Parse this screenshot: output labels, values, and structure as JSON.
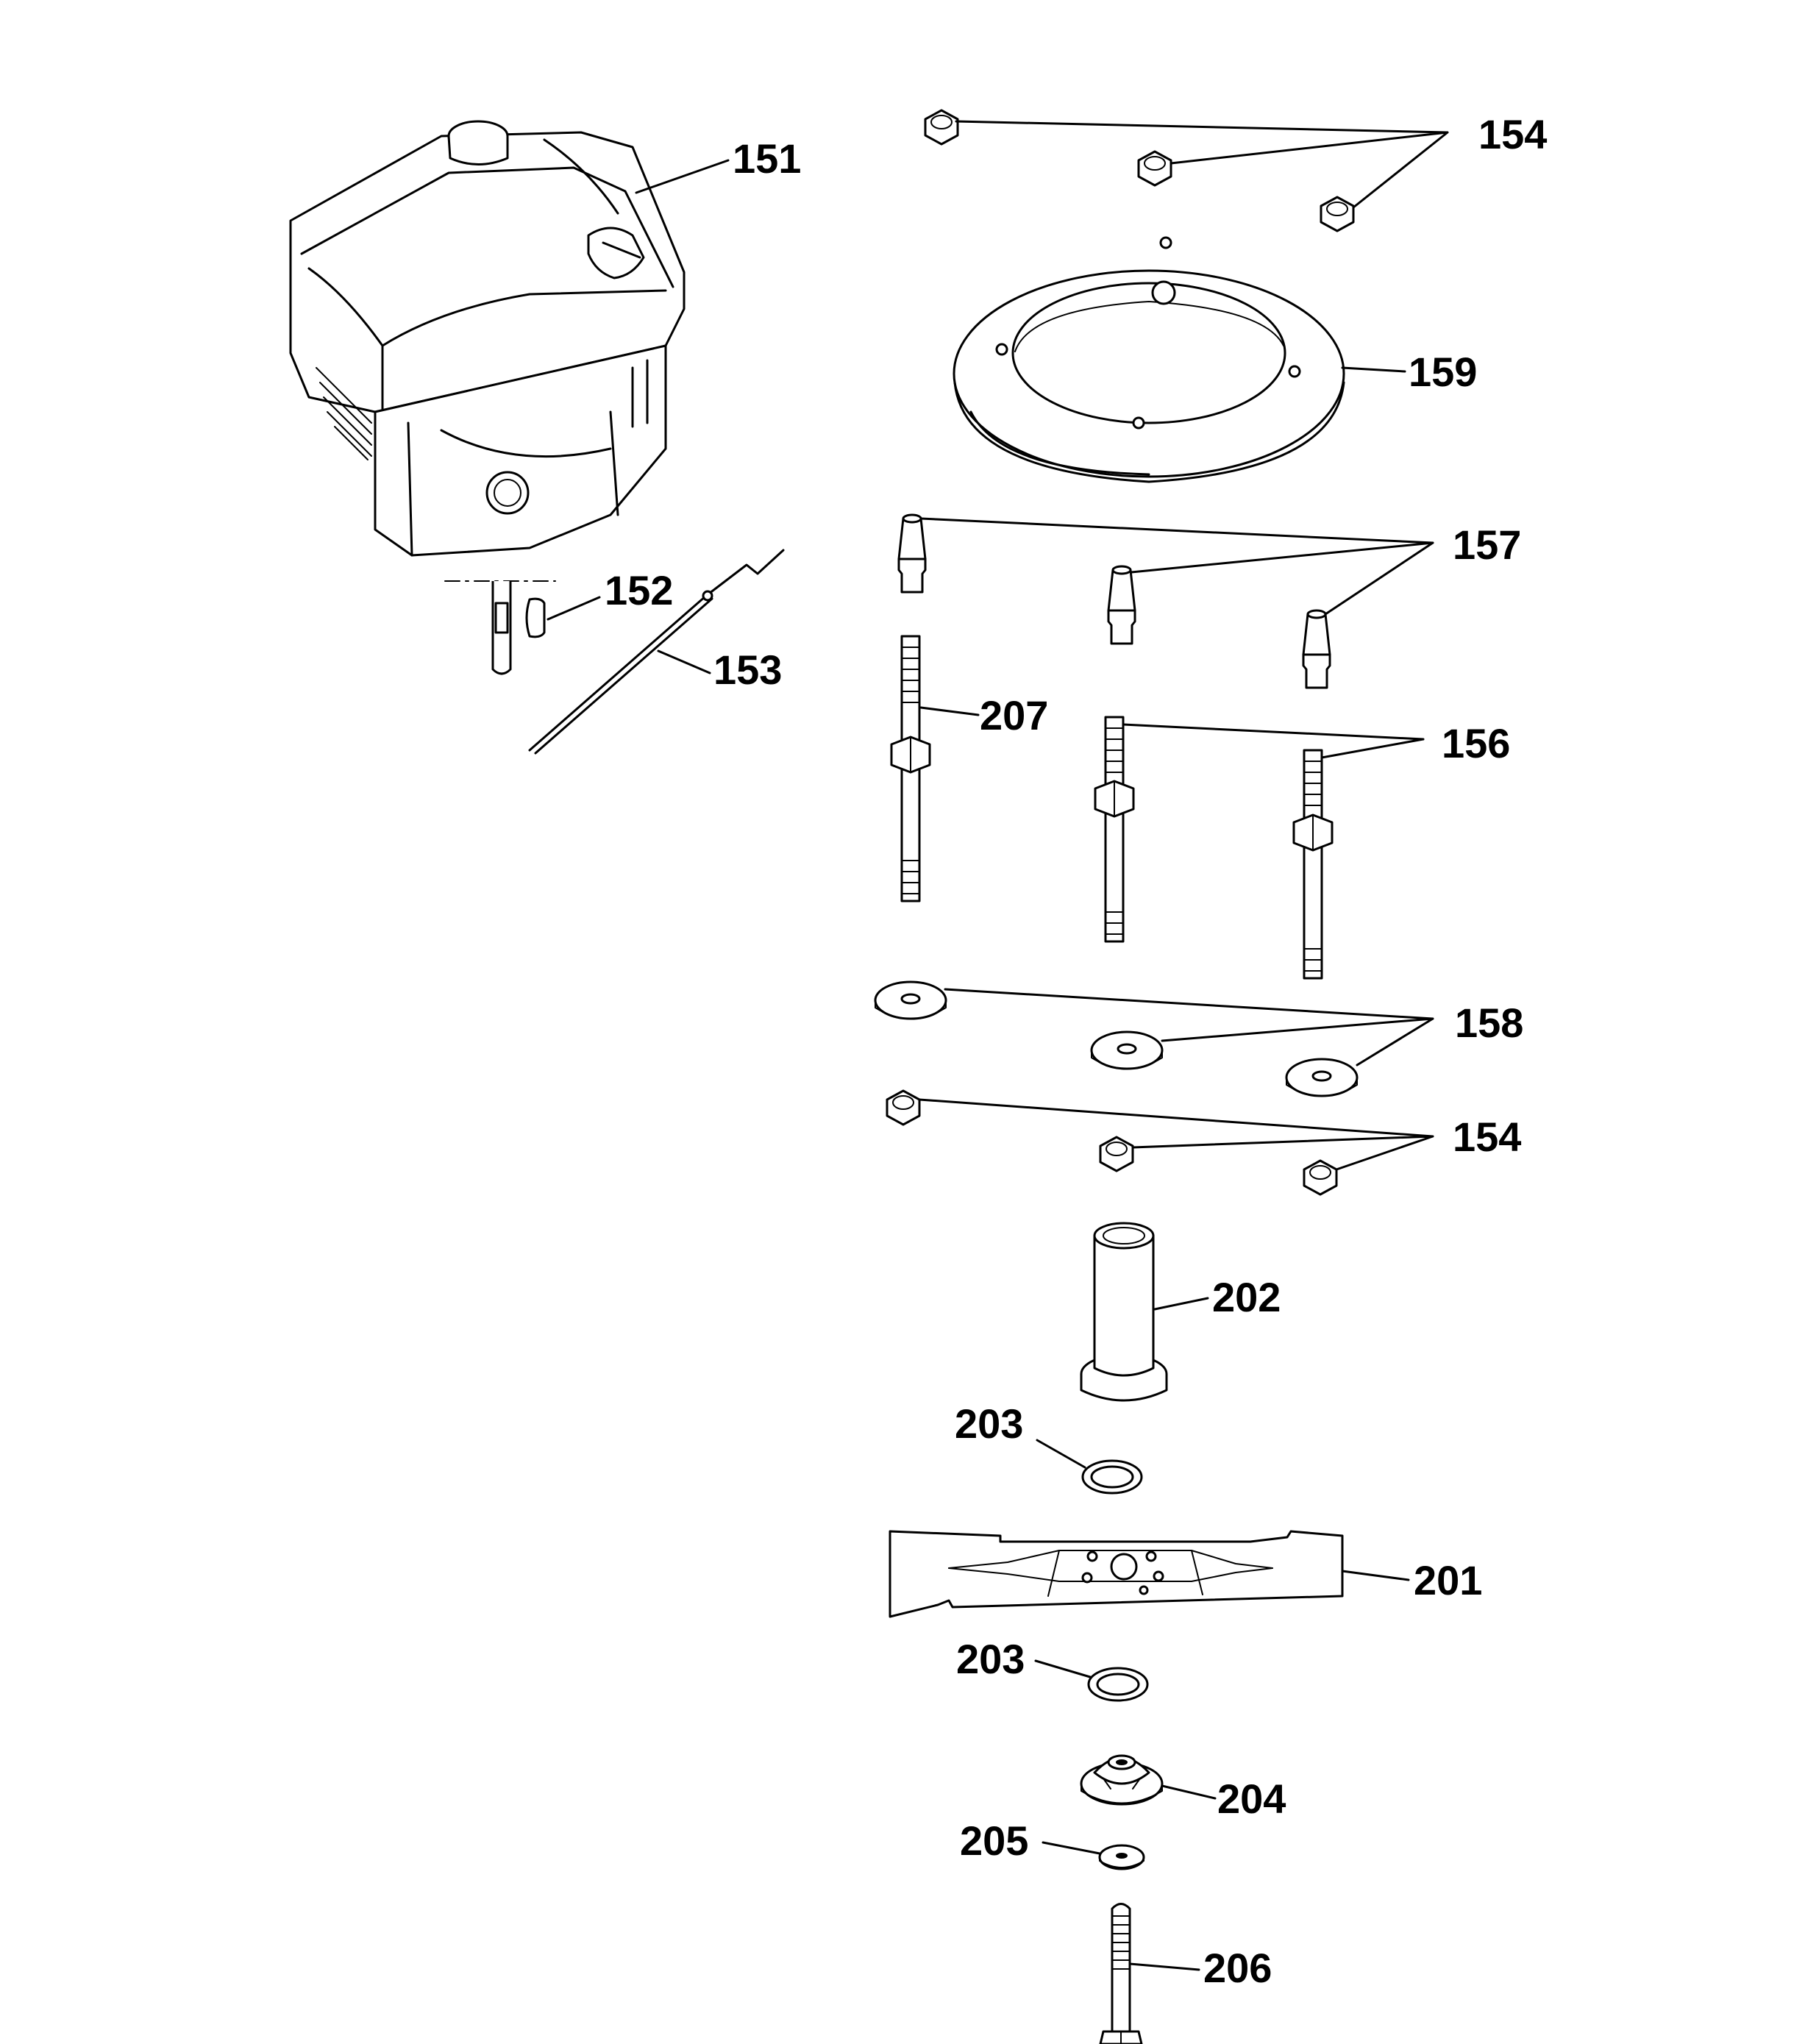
{
  "labels": {
    "p151": "151",
    "p152": "152",
    "p153": "153",
    "p154_top": "154",
    "p159": "159",
    "p157": "157",
    "p207": "207",
    "p156": "156",
    "p158": "158",
    "p154_bottom": "154",
    "p202": "202",
    "p203_top": "203",
    "p201": "201",
    "p203_bottom": "203",
    "p204": "204",
    "p205": "205",
    "p206": "206"
  }
}
